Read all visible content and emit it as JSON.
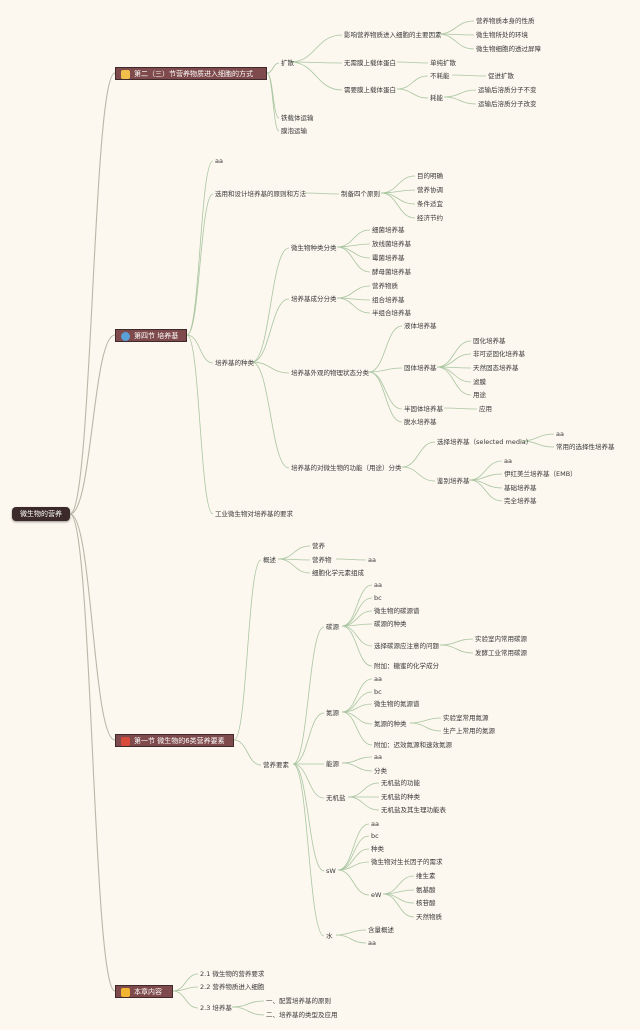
{
  "root": "微生物的营养",
  "icons": {
    "s1": "book-icon",
    "s2": "planet-icon",
    "s3": "flag-icon",
    "s4": "trophy-icon"
  },
  "colors": {
    "background": "#fcf7ef",
    "root_fill": "#3b2a29",
    "section_fill": "#7e4a4b",
    "branch_line": "#a9c6a1"
  },
  "sections": {
    "s1": {
      "title": "第二（三）节营养物质进入细胞的方式",
      "kuosan": "扩散",
      "factors": "影响营养物质进入细胞的主要因素",
      "f1": "营养物质本身的性质",
      "f2": "微生物所处的环境",
      "f3": "微生物细胞的透过屏障",
      "nocarrier": "无需膜上载体蛋白",
      "danchun": "单纯扩散",
      "carrier": "需要膜上载体蛋白",
      "nonenergy": "不耗能",
      "cujin": "促进扩散",
      "energy": "耗能",
      "yunshu1": "运输后溶质分子不变",
      "yunshu2": "运输后溶质分子改变",
      "tiedao": "铁载体运输",
      "paopao": "膜泡运输"
    },
    "s2": {
      "title": "第四节 培养基",
      "aa": "aa",
      "xuanyong": "选用和设计培养基的原则和方法",
      "zhibei": "制备四个原则",
      "p1": "目的明确",
      "p2": "营养协调",
      "p3": "条件适宜",
      "p4": "经济节约",
      "zhonglei": "培养基的种类",
      "wsw": "微生物种类分类",
      "w1": "细菌培养基",
      "w2": "放线菌培养基",
      "w3": "霉菌培养基",
      "w4": "酵母菌培养基",
      "chengfen": "培养基成分分类",
      "c1": "营养物质",
      "c2": "组合培养基",
      "c3": "半组合培养基",
      "wuli": "培养基外观的物理状态分类",
      "ye": "液体培养基",
      "guti": "固体培养基",
      "g1": "固化培养基",
      "g2": "非可逆固化培养基",
      "g3": "天然固态培养基",
      "g4": "滤膜",
      "g5": "用途",
      "bangu": "半固体培养基",
      "yingyong": "应用",
      "tuoshui": "脱水培养基",
      "gongneng": "培养基的对微生物的功能（用途）分类",
      "xuanze": "选择培养基（selected media）",
      "xz_aa": "aa",
      "xz_common": "常用的选择性培养基",
      "jianbie": "鉴别培养基",
      "jb1": "aa",
      "jb2": "伊红美兰培养基（EMB）",
      "jb3": "基础培养基",
      "jb4": "完全培养基",
      "gongye": "工业微生物对培养基的要求"
    },
    "s3": {
      "title": "第一节 微生物的6类营养要素",
      "gaishu": "概述",
      "gs1": "营养",
      "gs2": "营养物",
      "gs2_aa": "aa",
      "gs3": "细胞化学元素组成",
      "yaosu": "营养要素",
      "tan": "碳源",
      "t1": "aa",
      "t2": "bc",
      "t3": "微生物的碳源谱",
      "t4": "碳源的种类",
      "t5": "选择碳源应注意的问题",
      "t5a": "实验室内常用碳源",
      "t5b": "发酵工业常用碳源",
      "t6": "附加：糖蜜的化学成分",
      "dan": "氮源",
      "d1": "aa",
      "d2": "bc",
      "d3": "微生物的氮源谱",
      "d4": "氮源的种类",
      "d4a": "实验室常用氮源",
      "d4b": "生产上常用的氮源",
      "d5": "附加：迟效氮源和速效氮源",
      "neng": "能源",
      "n1": "aa",
      "n2": "分类",
      "wuji": "无机盐",
      "wj1": "无机盐的功能",
      "wj2": "无机盐的种类",
      "wj3": "无机盐及其生理功能表",
      "sw": "sW",
      "sw1": "aa",
      "sw2": "bc",
      "sw3": "种类",
      "sw4": "微生物对生长因子的需求",
      "ew": "eW",
      "e1": "维生素",
      "e2": "氨基酸",
      "e3": "核苷酸",
      "e4": "天然物质",
      "shui": "水",
      "sh1": "含量概述",
      "sh2": "aa"
    },
    "s4": {
      "title": "本章内容",
      "i1": "2.1 微生物的营养要求",
      "i2": "2.2 营养物质进入细胞",
      "i3": "2.3 培养基",
      "i3a": "一、配置培养基的原则",
      "i3b": "二、培养基的类型及应用"
    }
  }
}
